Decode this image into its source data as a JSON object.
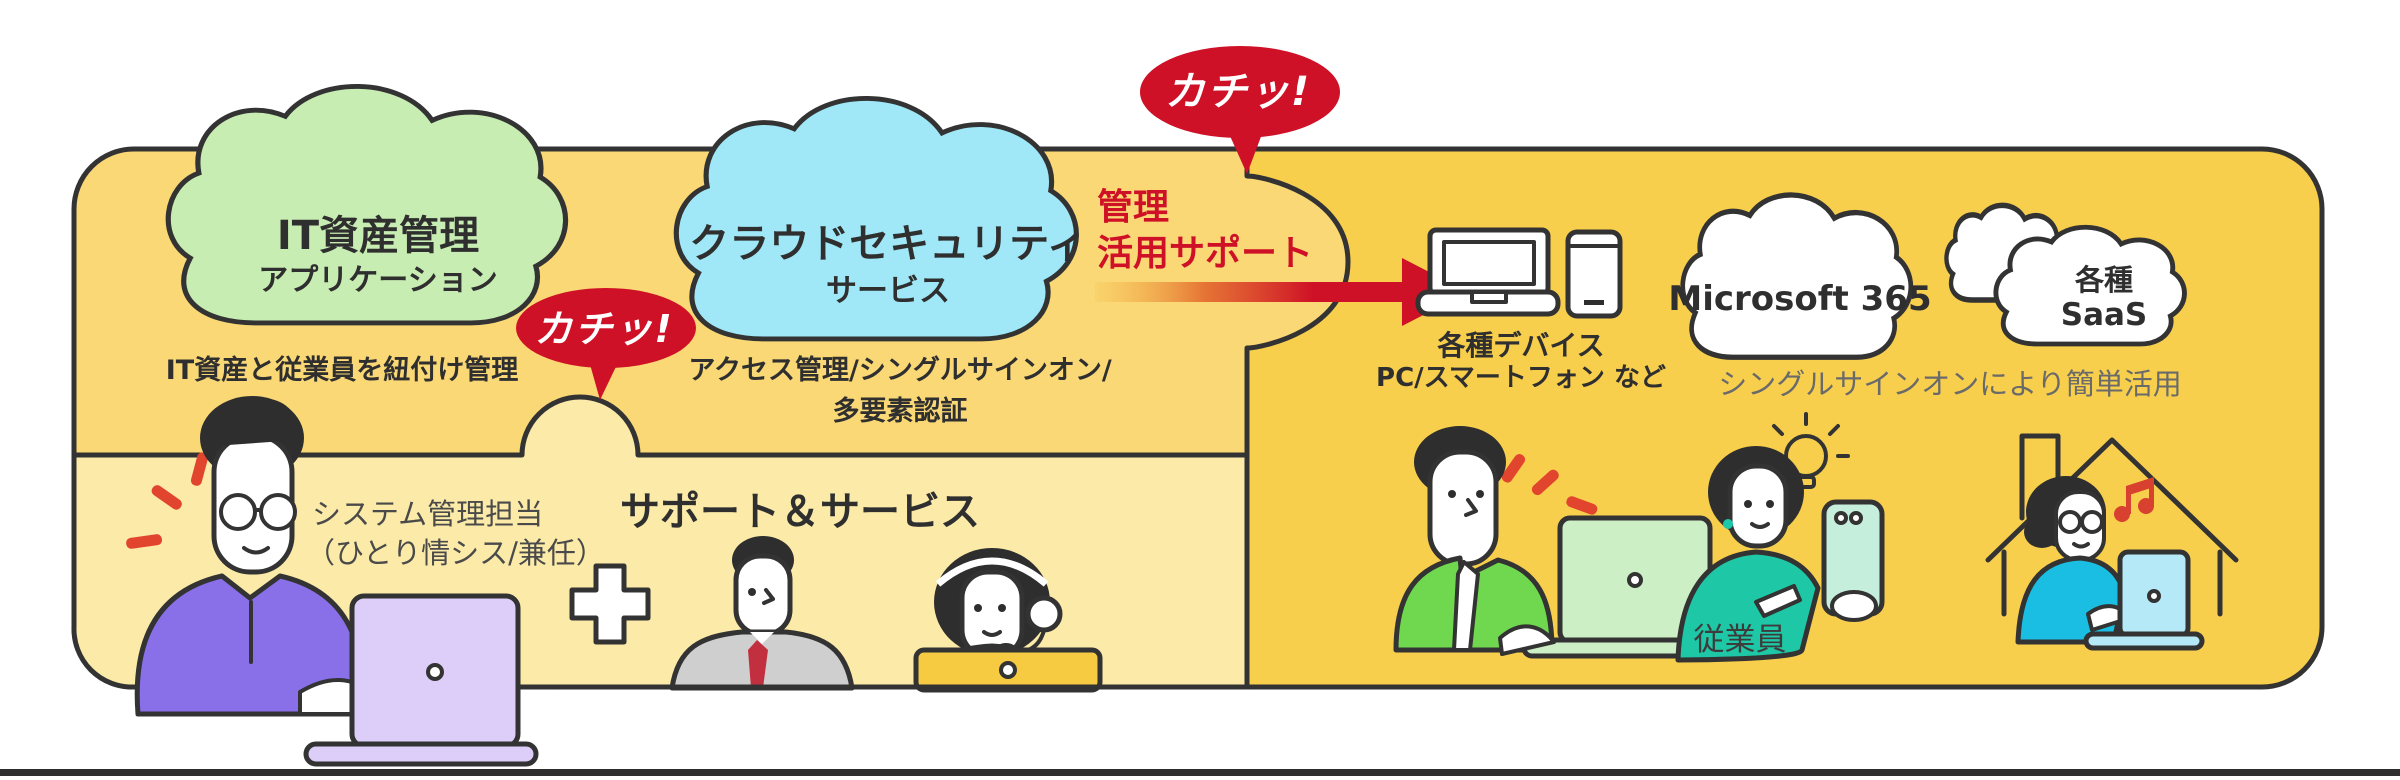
{
  "palette": {
    "outline": "#333333",
    "accent_red": "#CE1126",
    "panel_yellow": "#FAD875",
    "panel_yellow_deep": "#F8CF4D",
    "panel_yellow_pale": "#FBEAA8",
    "cloud_green": "#C8EDB2",
    "cloud_blue": "#A0E8F7",
    "text_dark": "#2F2F2F",
    "text_gray": "#4A4A4A"
  },
  "left_panel": {
    "asset_cloud": {
      "title": "IT資産管理",
      "subtitle": "アプリケーション",
      "caption": "IT資産と従業員を紐付け管理"
    },
    "security_cloud": {
      "title": "クラウドセキュリティ",
      "subtitle": "サービス",
      "caption_line1": "アクセス管理/シングルサインオン/",
      "caption_line2": "多要素認証"
    },
    "click_bubble_label": "カチッ!",
    "sysadmin_caption_line1": "システム管理担当",
    "sysadmin_caption_line2": "（ひとり情シス/兼任）",
    "support_title": "サポート＆サービス"
  },
  "connector": {
    "click_bubble_label": "カチッ!",
    "support_label_line1": "管理",
    "support_label_line2": "活用サポート"
  },
  "right_panel": {
    "devices_caption_line1": "各種デバイス",
    "devices_caption_line2": "PC/スマートフォン など",
    "m365_cloud_label": "Microsoft 365",
    "saas_cloud_line1": "各種",
    "saas_cloud_line2": "SaaS",
    "sso_caption": "シングルサインオンにより簡単活用",
    "employees_label": "従業員"
  }
}
